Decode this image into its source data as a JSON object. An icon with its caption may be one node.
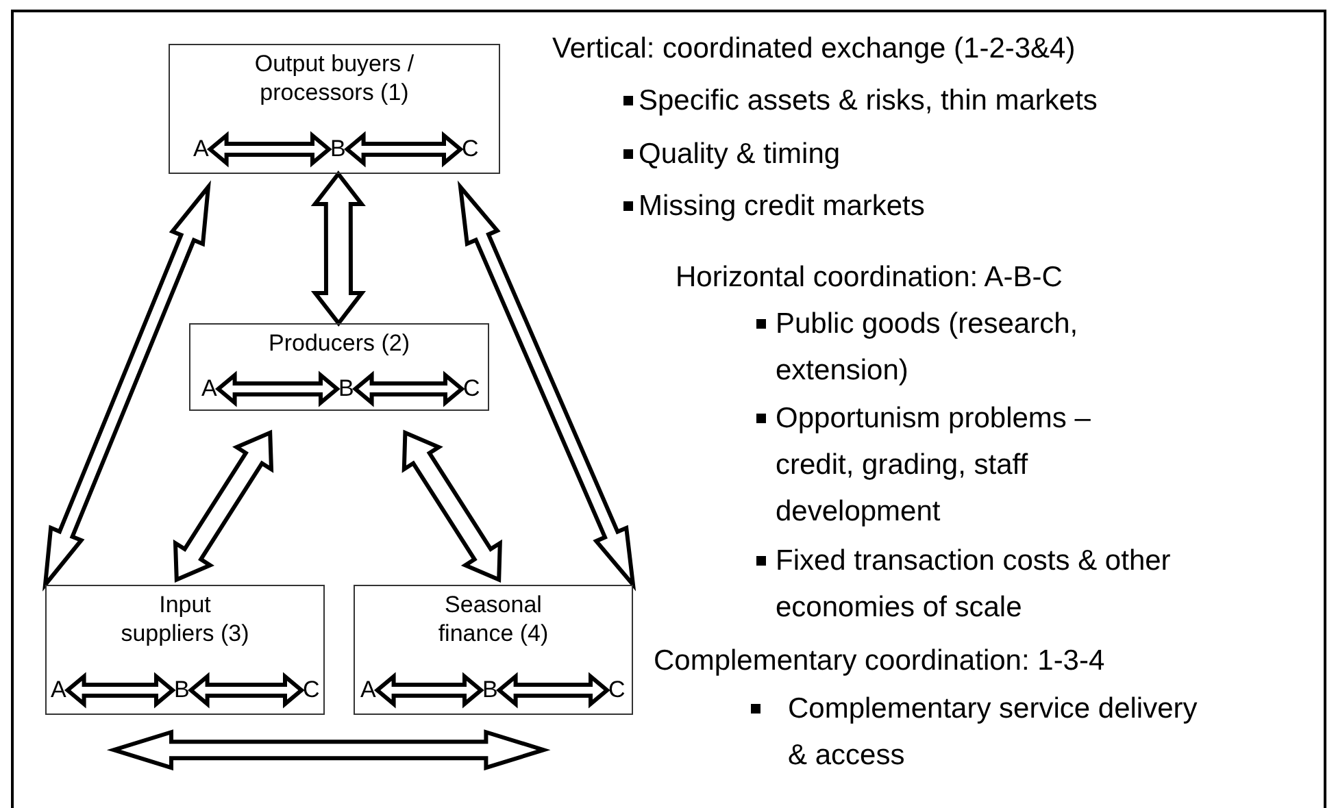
{
  "diagram": {
    "nodes": [
      {
        "text": [
          "Output buyers / processors (1)"
        ]
      },
      {
        "text": [
          "A"
        ],
        "in": 0
      },
      {
        "text": [
          "B"
        ],
        "in": 0
      },
      {
        "text": [
          "C"
        ],
        "in": 0
      },
      {
        "text": [
          "Producers (2)"
        ]
      },
      {
        "text": [
          "A"
        ],
        "in": 4
      },
      {
        "text": [
          "B"
        ],
        "in": 4
      },
      {
        "text": [
          "C"
        ],
        "in": 4
      },
      {
        "text": [
          "Input suppliers (3)"
        ]
      },
      {
        "text": [
          "A"
        ],
        "in": 8
      },
      {
        "text": [
          "B"
        ],
        "in": 8
      },
      {
        "text": [
          "C"
        ],
        "in": 8
      },
      {
        "text": [
          "Seasonal finance (4)"
        ]
      },
      {
        "text": [
          "A"
        ],
        "in": 12
      },
      {
        "text": [
          "B"
        ],
        "in": 12
      },
      {
        "text": [
          "C"
        ],
        "in": 12
      }
    ],
    "edges": [
      {
        "from": 1,
        "to": 2,
        "arrow": "both"
      },
      {
        "from": 2,
        "to": 3,
        "arrow": "both"
      },
      {
        "from": 0,
        "to": 4,
        "arrow": "both"
      },
      {
        "from": 5,
        "to": 6,
        "arrow": "both"
      },
      {
        "from": 6,
        "to": 7,
        "arrow": "both"
      },
      {
        "from": 4,
        "to": 8,
        "arrow": "both"
      },
      {
        "from": 4,
        "to": 12,
        "arrow": "both"
      },
      {
        "from": 0,
        "to": 8,
        "arrow": "both"
      },
      {
        "from": 0,
        "to": 12,
        "arrow": "both"
      },
      {
        "from": 9,
        "to": 10,
        "arrow": "both"
      },
      {
        "from": 10,
        "to": 11,
        "arrow": "both"
      },
      {
        "from": 13,
        "to": 14,
        "arrow": "both"
      },
      {
        "from": 14,
        "to": 15,
        "arrow": "both"
      },
      {
        "from": 8,
        "to": 12,
        "arrow": "both"
      }
    ],
    "labels": [
      "Vertical: coordinated exchange (1-2-3&4)",
      "Specific assets & risks, thin markets",
      "Quality & timing",
      "Missing credit markets",
      "Horizontal coordination: A-B-C",
      "Public goods (research, extension)",
      "Opportunism problems – credit, grading, staff development",
      "Fixed transaction costs & other economies of scale",
      "Complementary coordination: 1-3-4",
      "Complementary service delivery & access"
    ]
  }
}
